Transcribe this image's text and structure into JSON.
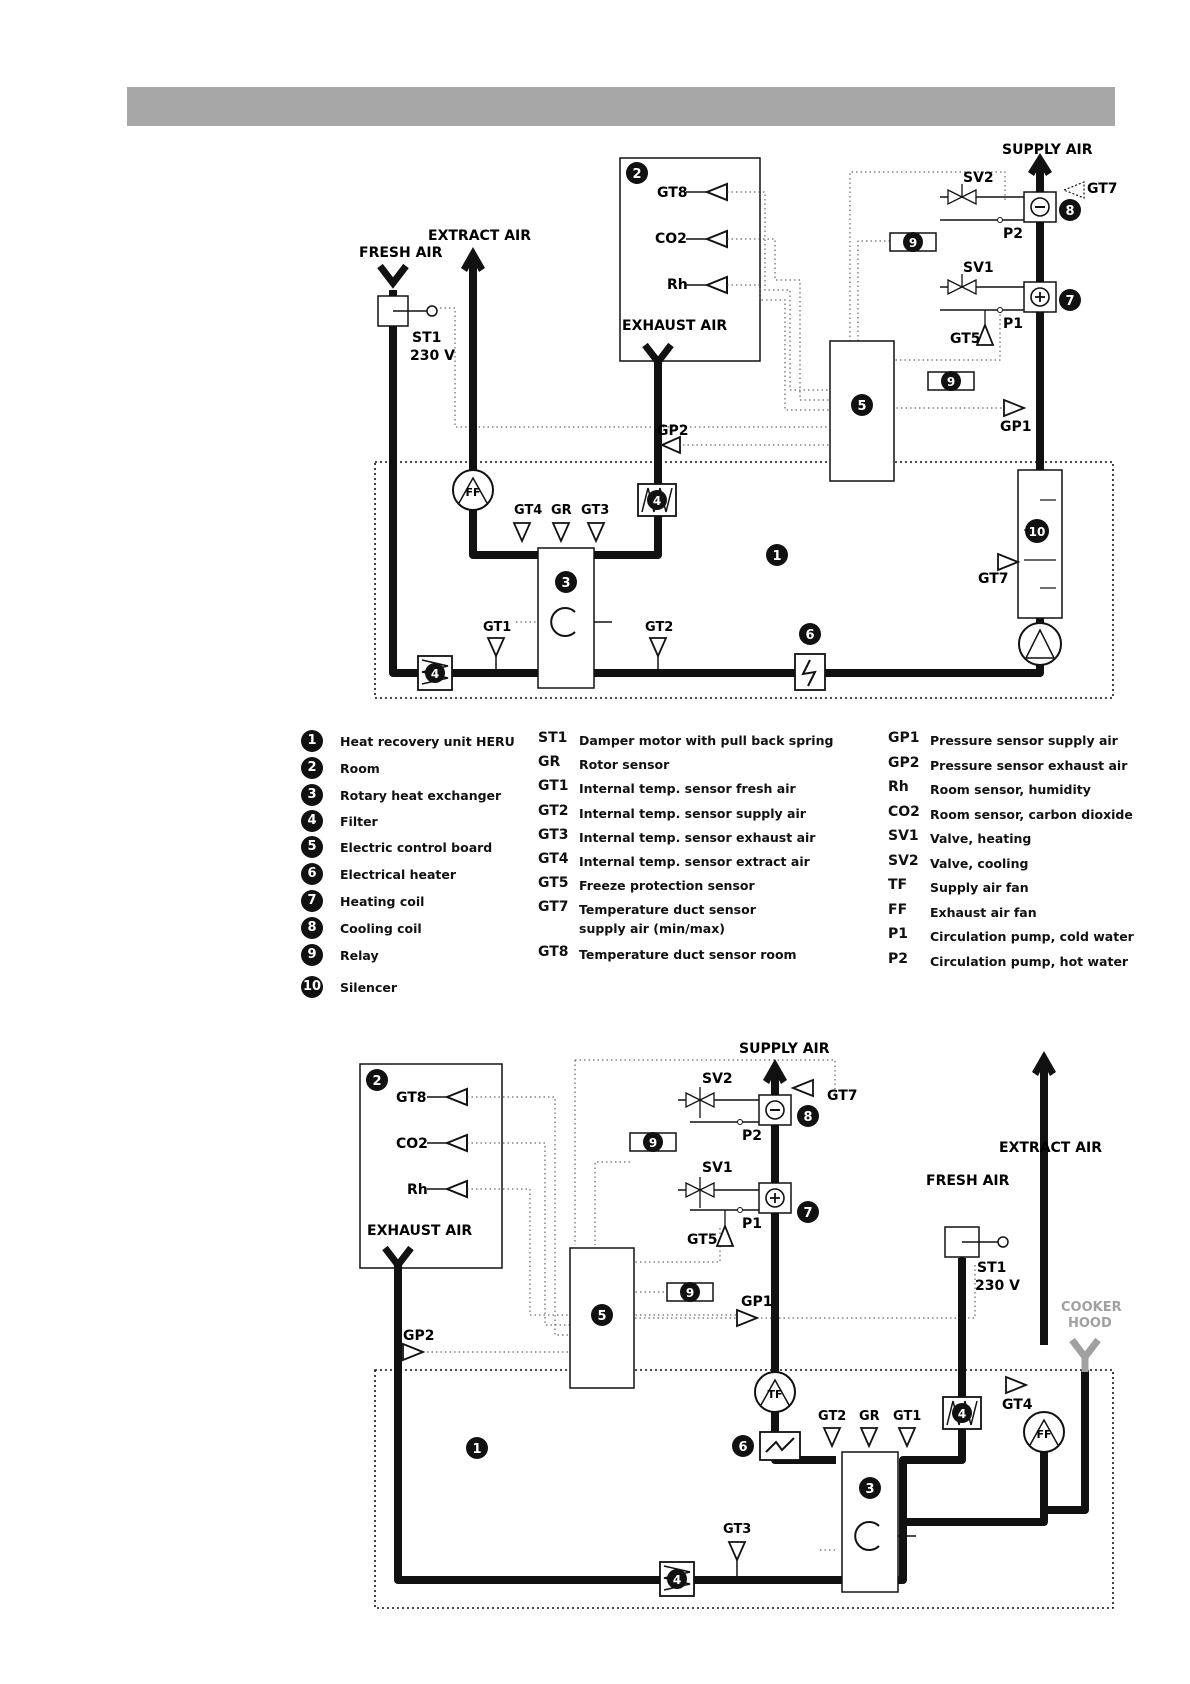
{
  "header": {
    "color": "#a7a7a7"
  },
  "top_diagram": {
    "labels": {
      "supply_air": "SUPPLY AIR",
      "extract_air": "EXTRACT AIR",
      "fresh_air": "FRESH AIR",
      "exhaust_air": "EXHAUST AIR",
      "st1": "ST1",
      "volt": "230 V",
      "gt8": "GT8",
      "co2": "CO2",
      "rh": "Rh",
      "sv2": "SV2",
      "sv1": "SV1",
      "gt7_top": "GT7",
      "p2": "P2",
      "p1": "P1",
      "gt5": "GT5",
      "gp1": "GP1",
      "gp2": "GP2",
      "ff": "FF",
      "gt4": "GT4",
      "gr": "GR",
      "gt3": "GT3",
      "gt1": "GT1",
      "gt2": "GT2",
      "gt7": "GT7"
    },
    "markers": {
      "n1": "1",
      "n2": "2",
      "n3": "3",
      "n4a": "4",
      "n4b": "4",
      "n5": "5",
      "n6": "6",
      "n7": "7",
      "n8": "8",
      "n9a": "9",
      "n9b": "9",
      "n10": "10"
    }
  },
  "legend": {
    "numbered": [
      {
        "num": "1",
        "text": "Heat recovery unit HERU"
      },
      {
        "num": "2",
        "text": "Room"
      },
      {
        "num": "3",
        "text": "Rotary heat exchanger"
      },
      {
        "num": "4",
        "text": "Filter"
      },
      {
        "num": "5",
        "text": "Electric control board"
      },
      {
        "num": "6",
        "text": "Electrical heater"
      },
      {
        "num": "7",
        "text": "Heating coil"
      },
      {
        "num": "8",
        "text": "Cooling coil"
      },
      {
        "num": "9",
        "text": "Relay"
      },
      {
        "num": "10",
        "text": "Silencer"
      }
    ],
    "sensors": [
      {
        "code": "ST1",
        "text": "Damper motor with pull back spring"
      },
      {
        "code": "GR",
        "text": "Rotor sensor"
      },
      {
        "code": "GT1",
        "text": "Internal temp. sensor fresh air"
      },
      {
        "code": "GT2",
        "text": "Internal temp. sensor supply air"
      },
      {
        "code": "GT3",
        "text": "Internal temp. sensor exhaust air"
      },
      {
        "code": "GT4",
        "text": "Internal temp. sensor extract air"
      },
      {
        "code": "GT5",
        "text": "Freeze protection sensor"
      },
      {
        "code": "GT7",
        "text": "Temperature duct sensor",
        "text2": "supply air  (min/max)"
      },
      {
        "code": "GT8",
        "text": "Temperature duct sensor room"
      }
    ],
    "other": [
      {
        "code": "GP1",
        "text": "Pressure sensor supply air"
      },
      {
        "code": "GP2",
        "text": "Pressure sensor exhaust air"
      },
      {
        "code": "Rh",
        "text": "Room sensor, humidity"
      },
      {
        "code": "CO2",
        "text": "Room sensor, carbon dioxide"
      },
      {
        "code": "SV1",
        "text": "Valve, heating"
      },
      {
        "code": "SV2",
        "text": "Valve, cooling"
      },
      {
        "code": "TF",
        "text": "Supply air fan"
      },
      {
        "code": "FF",
        "text": "Exhaust air fan"
      },
      {
        "code": "P1",
        "text": "Circulation pump, cold water"
      },
      {
        "code": "P2",
        "text": "Circulation pump, hot water"
      }
    ]
  },
  "bottom_diagram": {
    "labels": {
      "supply_air": "SUPPLY AIR",
      "extract_air": "EXTRACT AIR",
      "fresh_air": "FRESH AIR",
      "exhaust_air": "EXHAUST AIR",
      "cooker_hood": "COOKER",
      "cooker_hood2": "HOOD",
      "st1": "ST1",
      "volt": "230 V",
      "gt8": "GT8",
      "co2": "CO2",
      "rh": "Rh",
      "sv2": "SV2",
      "sv1": "SV1",
      "gt7": "GT7",
      "p2": "P2",
      "p1": "P1",
      "gt5": "GT5",
      "gp1": "GP1",
      "gp2": "GP2",
      "tf": "TF",
      "ff": "FF",
      "gt2": "GT2",
      "gr": "GR",
      "gt1": "GT1",
      "gt4": "GT4",
      "gt3": "GT3"
    },
    "markers": {
      "n1": "1",
      "n2": "2",
      "n3": "3",
      "n4a": "4",
      "n4b": "4",
      "n5": "5",
      "n6": "6",
      "n7": "7",
      "n8": "8",
      "n9a": "9",
      "n9b": "9"
    }
  }
}
